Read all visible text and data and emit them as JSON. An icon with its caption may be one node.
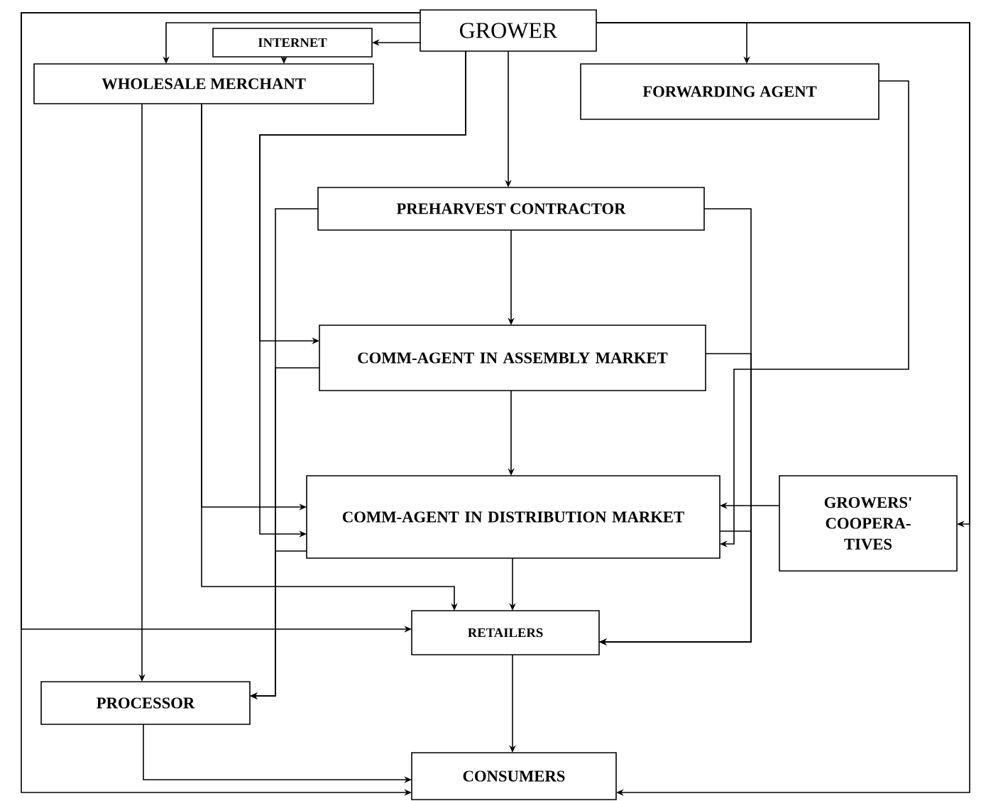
{
  "diagram": {
    "nodes": [
      {
        "text": [
          "GROWER"
        ]
      },
      {
        "text": [
          "INTERNET"
        ]
      },
      {
        "text": [
          "WHOLESALE MERCHANT"
        ]
      },
      {
        "text": [
          "FORWARDING AGENT"
        ]
      },
      {
        "text": [
          "PREHARVEST CONTRACTOR"
        ]
      },
      {
        "text": [
          "COMM-AGENT IN ASSEMBLY MARKET"
        ]
      },
      {
        "text": [
          "COMM-AGENT IN DISTRIBUTION MARKET"
        ]
      },
      {
        "text": [
          "GROWERS' COOPERA-TIVES"
        ]
      },
      {
        "text": [
          "RETAILERS"
        ]
      },
      {
        "text": [
          "PROCESSOR"
        ]
      },
      {
        "text": [
          "CONSUMERS"
        ]
      }
    ],
    "edges": [
      {
        "from": 0,
        "to": 2,
        "arrow": "to"
      },
      {
        "from": 0,
        "to": 1,
        "arrow": "to"
      },
      {
        "from": 1,
        "to": 2,
        "arrow": "to"
      },
      {
        "from": 0,
        "to": 3,
        "arrow": "to"
      },
      {
        "from": 0,
        "to": 4,
        "arrow": "to"
      },
      {
        "from": 0,
        "to": 8,
        "arrow": "to"
      },
      {
        "from": 0,
        "to": 10,
        "arrow": "to"
      },
      {
        "from": 0,
        "to": 7,
        "arrow": "to"
      },
      {
        "from": 0,
        "to": 10,
        "arrow": "to"
      },
      {
        "from": 0,
        "to": 5,
        "arrow": "to"
      },
      {
        "from": 0,
        "to": 6,
        "arrow": "to"
      },
      {
        "from": 4,
        "to": 5,
        "arrow": "to"
      },
      {
        "from": 5,
        "to": 6,
        "arrow": "to"
      },
      {
        "from": 6,
        "to": 8,
        "arrow": "to"
      },
      {
        "from": 8,
        "to": 10,
        "arrow": "to"
      },
      {
        "from": 2,
        "to": 9,
        "arrow": "to"
      },
      {
        "from": 2,
        "to": 6,
        "arrow": "to"
      },
      {
        "from": 2,
        "to": 8,
        "arrow": "to"
      },
      {
        "from": 4,
        "to": 8,
        "arrow": "to"
      },
      {
        "from": 5,
        "to": 8,
        "arrow": "to"
      },
      {
        "from": 6,
        "to": 8,
        "arrow": "to"
      },
      {
        "from": 4,
        "to": 9,
        "arrow": "to"
      },
      {
        "from": 6,
        "to": 9,
        "arrow": "to"
      },
      {
        "from": 5,
        "to": 9,
        "arrow": "to"
      },
      {
        "from": 7,
        "to": 6,
        "arrow": "to"
      },
      {
        "from": 3,
        "to": 6,
        "arrow": "to"
      },
      {
        "from": 9,
        "to": 10,
        "arrow": "to"
      }
    ]
  }
}
